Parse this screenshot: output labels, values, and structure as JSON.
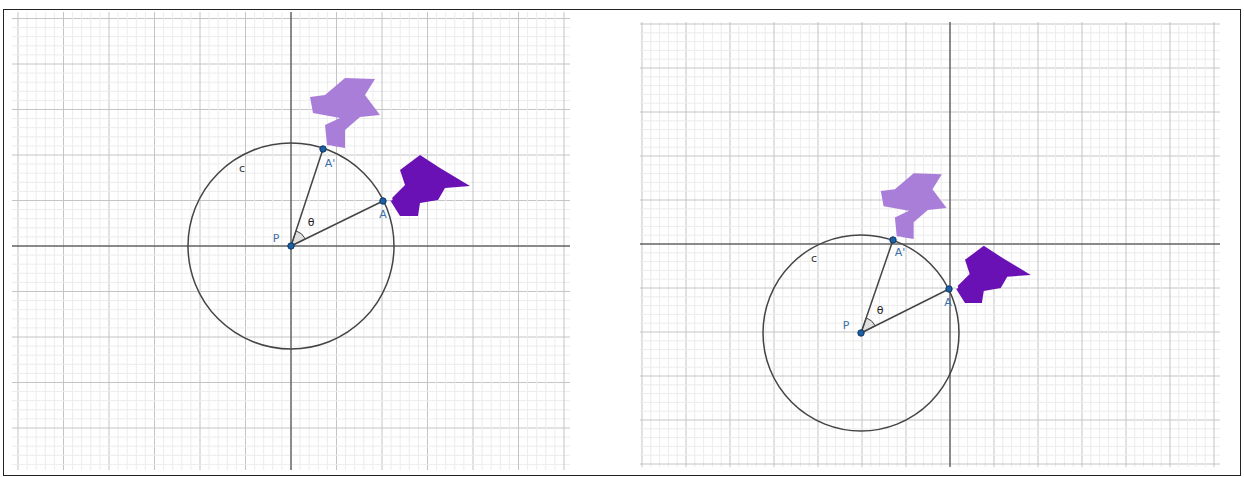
{
  "diagram": {
    "labels": [
      "c",
      "P",
      "θ",
      "A'",
      "A",
      "c",
      "P",
      "θ",
      "A'",
      "A"
    ]
  }
}
